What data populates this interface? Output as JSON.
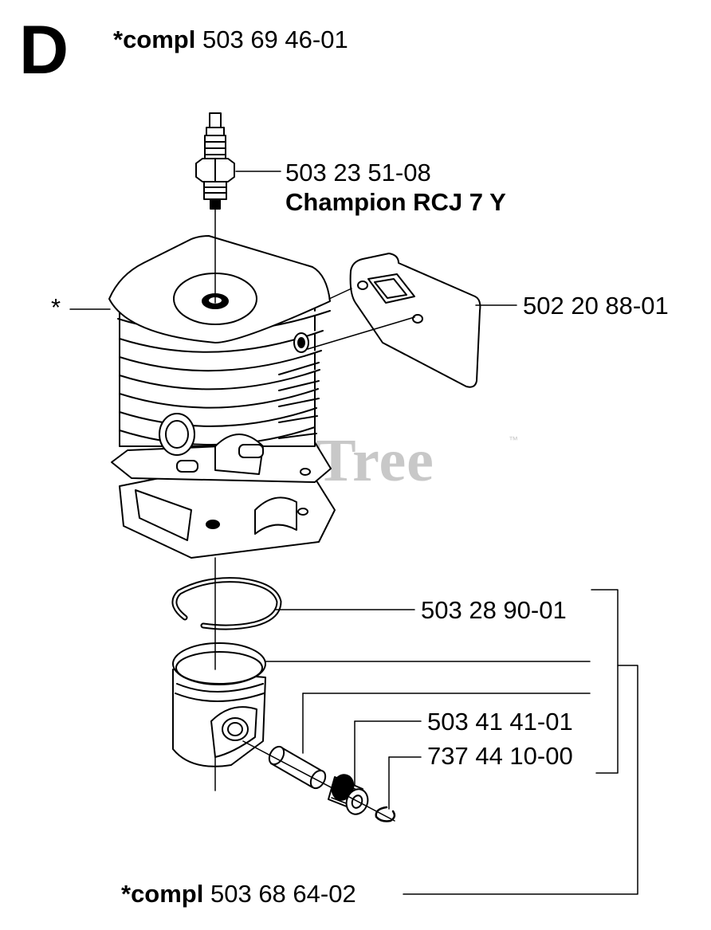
{
  "section": "D",
  "assembly_top": {
    "prefix": "*compl",
    "part": "503 69 46-01"
  },
  "spark_plug": {
    "part": "503 23 51-08",
    "model": "Champion RCJ 7 Y"
  },
  "cylinder_marker": "*",
  "gasket": {
    "part": "502 20 88-01"
  },
  "piston_ring": {
    "part": "503 28 90-01"
  },
  "piston_pin": {
    "part": "503 41 41-01"
  },
  "needle_bearing": {
    "part": "737 44 10-00"
  },
  "assembly_bottom": {
    "prefix": "*compl",
    "part": "503 68 64-02"
  },
  "watermark": {
    "text": "PartsTree",
    "tm": "™"
  }
}
